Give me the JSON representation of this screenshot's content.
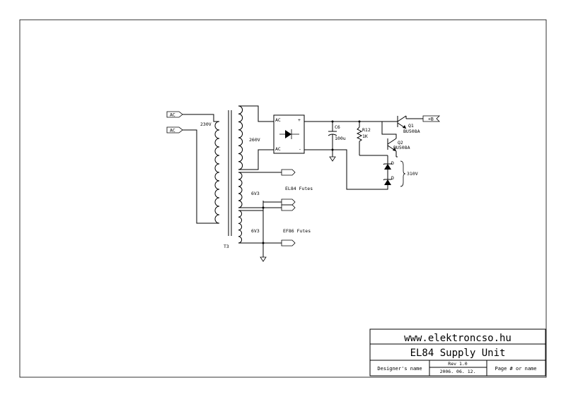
{
  "ports": {
    "ac_top": "AC",
    "ac_bottom": "AC",
    "plus_b": "+B"
  },
  "transformer": {
    "ref": "T3",
    "primary_voltage": "230V",
    "secondary_hv": "260V",
    "heater1_voltage": "6V3",
    "heater1_label": "EL84 Futes",
    "heater2_voltage": "6V3",
    "heater2_label": "EF86 Futes"
  },
  "bridge": {
    "ac_top": "AC",
    "ac_bottom": "AC",
    "plus": "+",
    "minus": "-"
  },
  "capacitor": {
    "ref": "C6",
    "value": "100u"
  },
  "resistor": {
    "ref": "R12",
    "value": "1K"
  },
  "transistors": {
    "q1_ref": "Q1",
    "q1_part": "BU508A",
    "q2_ref": "Q2",
    "q2_part": "BU508A"
  },
  "zeners": {
    "z1": "D",
    "z2": "D",
    "total_voltage": "310V"
  },
  "title_block": {
    "website": "www.elektroncso.hu",
    "title": "EL84 Supply Unit",
    "designer": "Designer's name",
    "rev": "Rev 1.0",
    "date": "2006. 06. 12.",
    "page": "Page # or name"
  }
}
